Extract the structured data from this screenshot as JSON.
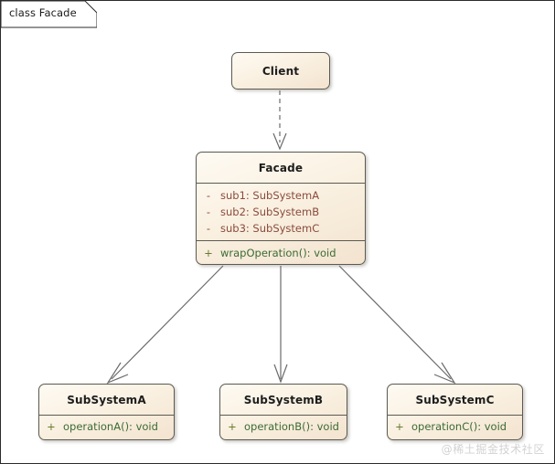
{
  "diagram": {
    "tab_label": "class Facade",
    "watermark": "@稀土掘金技术社区",
    "colors": {
      "box_fill_light": "#fefaf3",
      "box_fill_dark": "#f3e3cf",
      "box_border": "#5b5a52",
      "attribute_text": "#8a4b3c",
      "method_text": "#3c6b34",
      "connector": "#6b6b6b",
      "canvas_border": "#2b2b2b",
      "watermark_text": "#d2d2d2"
    }
  },
  "classes": {
    "client": {
      "name": "Client",
      "attributes": [],
      "methods": []
    },
    "facade": {
      "name": "Facade",
      "attributes": [
        {
          "visibility": "-",
          "text": "sub1: SubSystemA"
        },
        {
          "visibility": "-",
          "text": "sub2: SubSystemB"
        },
        {
          "visibility": "-",
          "text": "sub3: SubSystemC"
        }
      ],
      "methods": [
        {
          "visibility": "+",
          "text": "wrapOperation(): void"
        }
      ]
    },
    "subsystem_a": {
      "name": "SubSystemA",
      "attributes": [],
      "methods": [
        {
          "visibility": "+",
          "text": "operationA(): void"
        }
      ]
    },
    "subsystem_b": {
      "name": "SubSystemB",
      "attributes": [],
      "methods": [
        {
          "visibility": "+",
          "text": "operationB(): void"
        }
      ]
    },
    "subsystem_c": {
      "name": "SubSystemC",
      "attributes": [],
      "methods": [
        {
          "visibility": "+",
          "text": "operationC(): void"
        }
      ]
    }
  },
  "relations": [
    {
      "from": "Client",
      "to": "Facade",
      "style": "dashed",
      "arrow": "open",
      "kind": "dependency"
    },
    {
      "from": "Facade",
      "to": "SubSystemA",
      "style": "solid",
      "arrow": "open",
      "kind": "association"
    },
    {
      "from": "Facade",
      "to": "SubSystemB",
      "style": "solid",
      "arrow": "open",
      "kind": "association"
    },
    {
      "from": "Facade",
      "to": "SubSystemC",
      "style": "solid",
      "arrow": "open",
      "kind": "association"
    }
  ]
}
